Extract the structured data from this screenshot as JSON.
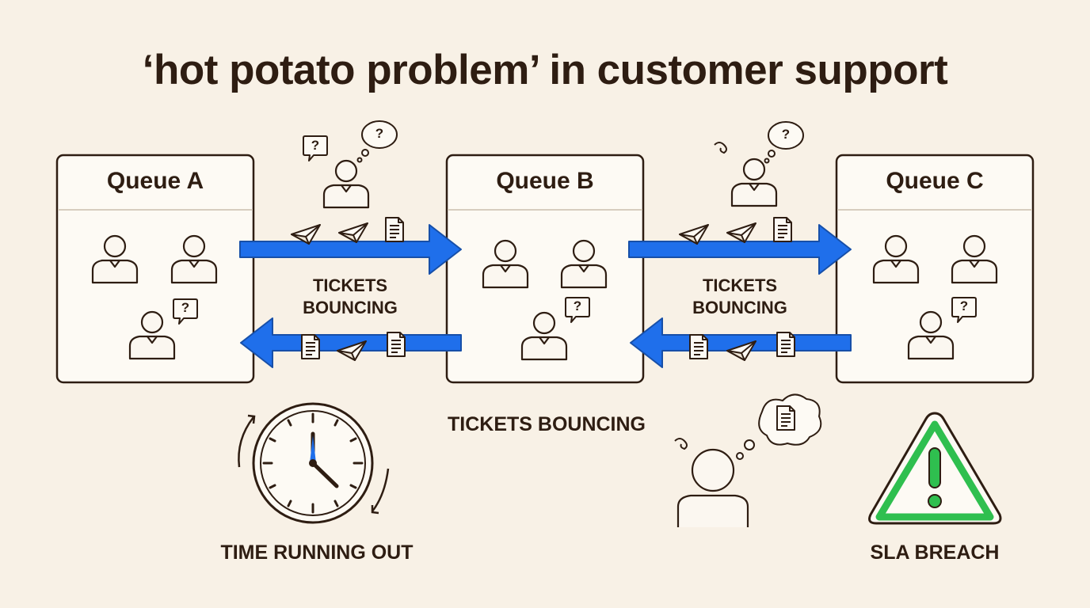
{
  "title": "‘hot potato problem’ in customer support",
  "queues": [
    {
      "label": "Queue A"
    },
    {
      "label": "Queue B"
    },
    {
      "label": "Queue C"
    }
  ],
  "bounce_labels": [
    {
      "line1": "TICKETS",
      "line2": "BOUNCING"
    },
    {
      "line1": "TICKETS",
      "line2": "BOUNCING"
    }
  ],
  "bottom_labels": {
    "tickets": "TICKETS BOUNCING",
    "time": "TIME RUNNING OUT",
    "sla": "SLA BREACH"
  },
  "bubble_text": "?",
  "colors": {
    "background": "#f8f1e6",
    "ink": "#2e1d12",
    "arrow": "#1f6feb",
    "clock_hands": "#1f6feb",
    "warning": "#2fbf4f"
  }
}
